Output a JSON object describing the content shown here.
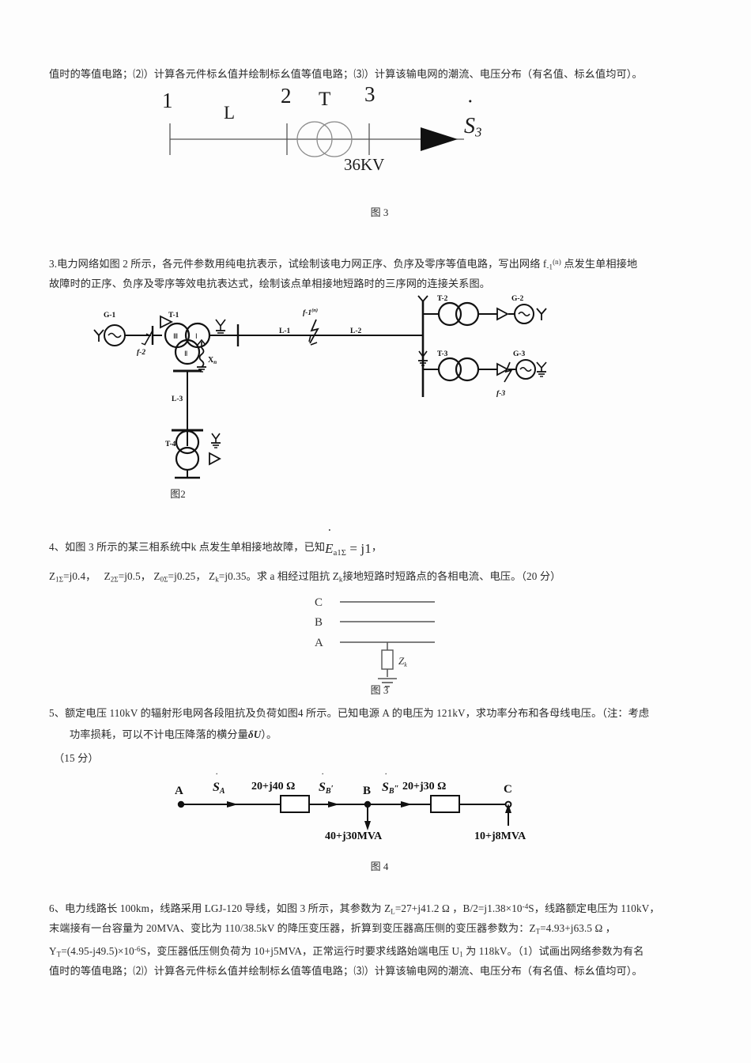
{
  "document": {
    "page_background": "#fdfdfd",
    "text_color": "#2b2b2b"
  },
  "top_paragraph": {
    "text": "值时的等值电路；⑵）计算各元件标幺值并绘制标幺值等值电路；⑶）计算该输电网的潮流、电压分布（有名值、标幺值均可）。"
  },
  "figure3_top": {
    "caption": "图 3",
    "node_1": "1",
    "node_2": "2",
    "node_3": "3",
    "line_label": "L",
    "transformer_label": "T",
    "voltage_label": "36KV",
    "power_label": "S",
    "power_sub": "3"
  },
  "question3": {
    "line1": "3.电力网络如图 2 所示，各元件参数用纯电抗表示，试绘制该电力网正序、负序及零序等值电路，写出网络 f",
    "line1_sub": "-1",
    "line1_sup": "(n)",
    "line1_cont": " 点发生单相接地",
    "line2": "故障时的正序、负序及零序等效电抗表达式，绘制该点单相接地短路时的三序网的连接关系图。"
  },
  "figure2": {
    "caption": "图2",
    "labels": {
      "g1": "G-1",
      "g2": "G-2",
      "g3": "G-3",
      "t1": "T-1",
      "t2": "T-2",
      "t3": "T-3",
      "t4": "T-4",
      "l1": "L-1",
      "l2": "L-2",
      "l3": "L-3",
      "f1": "f-1",
      "f1_sup": "(n)",
      "f2": "f-2",
      "f3": "f-3",
      "xn": "X",
      "xn_sub": "n",
      "winding_I": "Ⅰ",
      "winding_II": "Ⅱ",
      "winding_III": "Ⅲ"
    }
  },
  "question4": {
    "line1_pre": "4、如图 3 所示的某三相系统中k 点发生单相接地故障，已知",
    "formula_E": "E",
    "formula_E_sub": "a1Σ",
    "formula_eq": " = j1",
    "line1_post": "，",
    "line2": "Z₁Σ=j0.4，  Z₂Σ=j0.5，Z₀Σ=j0.25，Zₖ=j0.35。求 a 相经过阻抗 Zₖ接地短路时短路点的各相电流、电压。（20 分）",
    "line2_parts": [
      {
        "base": "Z",
        "sub": "1Σ",
        "val": "=j0.4，"
      },
      {
        "base": "Z",
        "sub": "2Σ",
        "val": "=j0.5，"
      },
      {
        "base": "Z",
        "sub": "0Σ",
        "val": "=j0.25，"
      },
      {
        "base": "Z",
        "sub": "k",
        "val": "=j0.35。"
      }
    ],
    "line2_tail_a": "求 a 相经过阻抗 Z",
    "line2_tail_sub": "k",
    "line2_tail_b": "接地短路时短路点的各相电流、电压。（20 分）"
  },
  "figure3_bottom": {
    "caption": "图 3",
    "phase_c": "C",
    "phase_b": "B",
    "phase_a": "A",
    "impedance": "Z",
    "impedance_sub": "k"
  },
  "question5": {
    "line1": "5、额定电压 110kV 的辐射形电网各段阻抗及负荷如图4 所示。已知电源 A 的电压为 121kV，求功率分布和各母线电压。（注：考虑",
    "line2_pre": "功率损耗，可以不计电压降落的横分量",
    "line2_sym": "δU",
    "line2_post": "）。",
    "line3": "（15 分）"
  },
  "figure4": {
    "caption": "图 4",
    "node_a": "A",
    "node_b": "B",
    "node_c": "C",
    "s_a": "S",
    "s_a_sub": "A",
    "s_b1": "S",
    "s_b1_sub": "B",
    "s_b1_prime": "′",
    "s_b2": "S",
    "s_b2_sub": "B",
    "s_b2_prime": "″",
    "impedance_1": "20+j40 Ω",
    "impedance_2": "20+j30 Ω",
    "load_b": "40+j30MVA",
    "load_c": "10+j8MVA"
  },
  "question6": {
    "line1_a": "6、电力线路长 100km，线路采用 LGJ-120 导线，如图 3 所示，其参数为 Z",
    "line1_sub1": "L",
    "line1_b": "=27+j41.2 Ω ，B/2=j1.38×10",
    "line1_sup": "-4",
    "line1_c": "S，线路额定电压为 110kV，",
    "line2_a": "末端接有一台容量为 20MVA、变比为 110/38.5kV 的降压变压器，折算到变压器高压侧的变压器参数为：Z",
    "line2_sub1": "T",
    "line2_b": "=4.93+j63.5 Ω ，",
    "line3_a": "Y",
    "line3_sub1": "T",
    "line3_b": "=(4.95-j49.5)×10",
    "line3_sup": "-6",
    "line3_c": "S，变压器低压侧负荷为 10+j5MVA，正常运行时要求线路始端电压 U",
    "line3_sub2": "1",
    "line3_d": " 为 118kV。（1）试画出网络参数为有名",
    "line4": "值时的等值电路；⑵）计算各元件标幺值并绘制标幺值等值电路；⑶）计算该输电网的潮流、电压分布（有名值、标幺值均可）。"
  }
}
